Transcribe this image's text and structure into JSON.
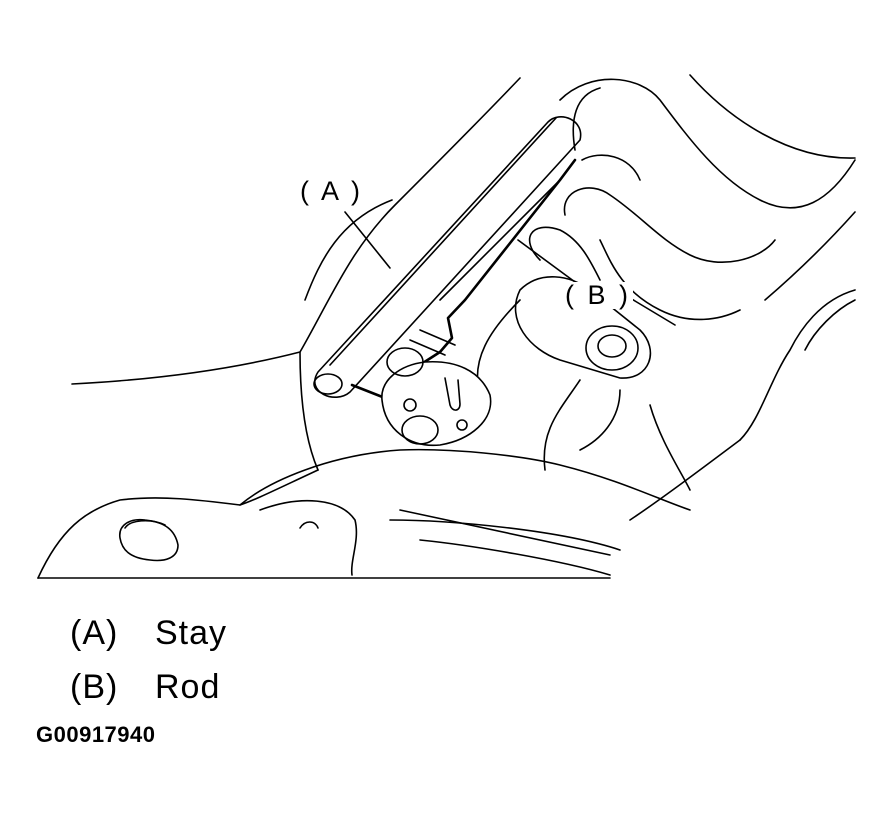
{
  "diagram": {
    "callouts": {
      "a": "( A )",
      "b": "( B )"
    }
  },
  "legend": [
    {
      "key": "(A)",
      "text": "Stay"
    },
    {
      "key": "(B)",
      "text": "Rod"
    }
  ],
  "figure_id": "G00917940"
}
